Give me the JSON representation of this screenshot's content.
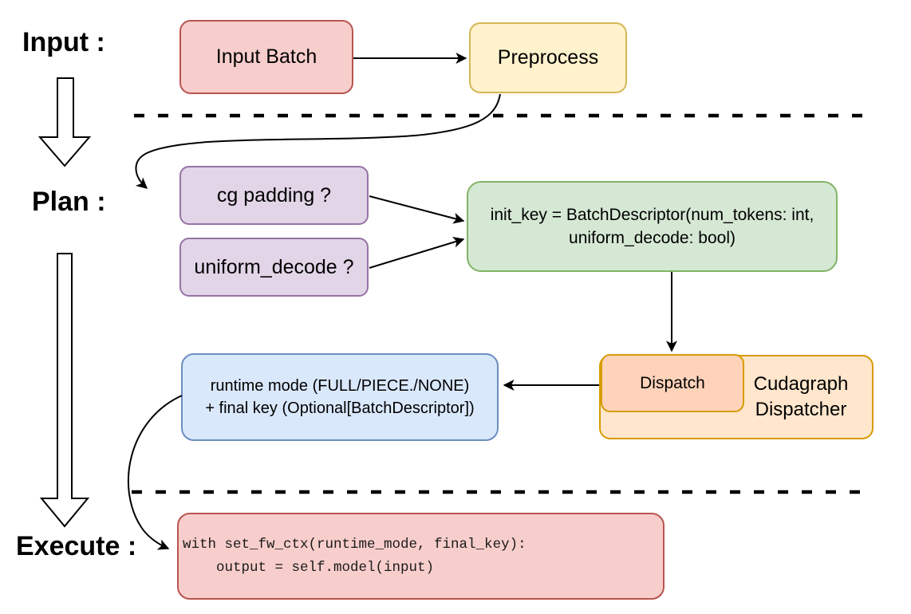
{
  "diagram": {
    "background": "#ffffff",
    "phase_labels": {
      "input": "Input :",
      "plan": "Plan :",
      "execute": "Execute :"
    },
    "nodes": {
      "input_batch": {
        "label": "Input Batch",
        "fill": "#f8cecc",
        "stroke": "#b85450"
      },
      "preprocess": {
        "label": "Preprocess",
        "fill": "#fff2cc",
        "stroke": "#d6b656"
      },
      "cg_padding": {
        "label": "cg padding ?",
        "fill": "#e1d5e7",
        "stroke": "#9673a6"
      },
      "uniform_decode": {
        "label": "uniform_decode ?",
        "fill": "#e1d5e7",
        "stroke": "#9673a6"
      },
      "init_key": {
        "line1": "init_key = BatchDescriptor(num_tokens: int,",
        "line2": "uniform_decode: bool)",
        "fill": "#d5e8d4",
        "stroke": "#82b366"
      },
      "dispatch": {
        "label": "Dispatch",
        "fill": "#ffd3ba",
        "stroke": "#d79b00"
      },
      "cudagraph_dispatcher": {
        "line1": "Cudagraph",
        "line2": "Dispatcher",
        "fill": "#ffe6cc",
        "stroke": "#d79b00"
      },
      "runtime_mode": {
        "line1": "runtime mode (FULL/PIECE./NONE)",
        "line2": "+ final key (Optional[BatchDescriptor])",
        "fill": "#dae8fc",
        "stroke": "#6c8ebf"
      },
      "execute_code": {
        "line1": "with set_fw_ctx(runtime_mode, final_key):",
        "line2": "    output = self.model(input)",
        "fill": "#f8cecc",
        "stroke": "#b85450"
      }
    },
    "connector_color": "#000000"
  }
}
